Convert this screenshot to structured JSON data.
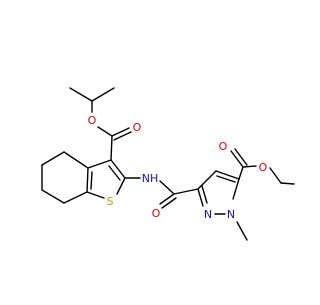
{
  "colors": {
    "oxygen": "#e8000b",
    "nitrogen": "#1414c8",
    "sulfur": "#b8a000",
    "carbon_bond": "#000000",
    "background": "#ffffff"
  },
  "atom_labels": {
    "o_isopropyl": "O",
    "o_carbonyl_top": "O",
    "nh": "NH",
    "s": "S",
    "o_amide": "O",
    "n_ring_left": "N",
    "n_ring_methyl": "N",
    "o_carbonyl_right": "O",
    "o_ethyl": "O"
  }
}
